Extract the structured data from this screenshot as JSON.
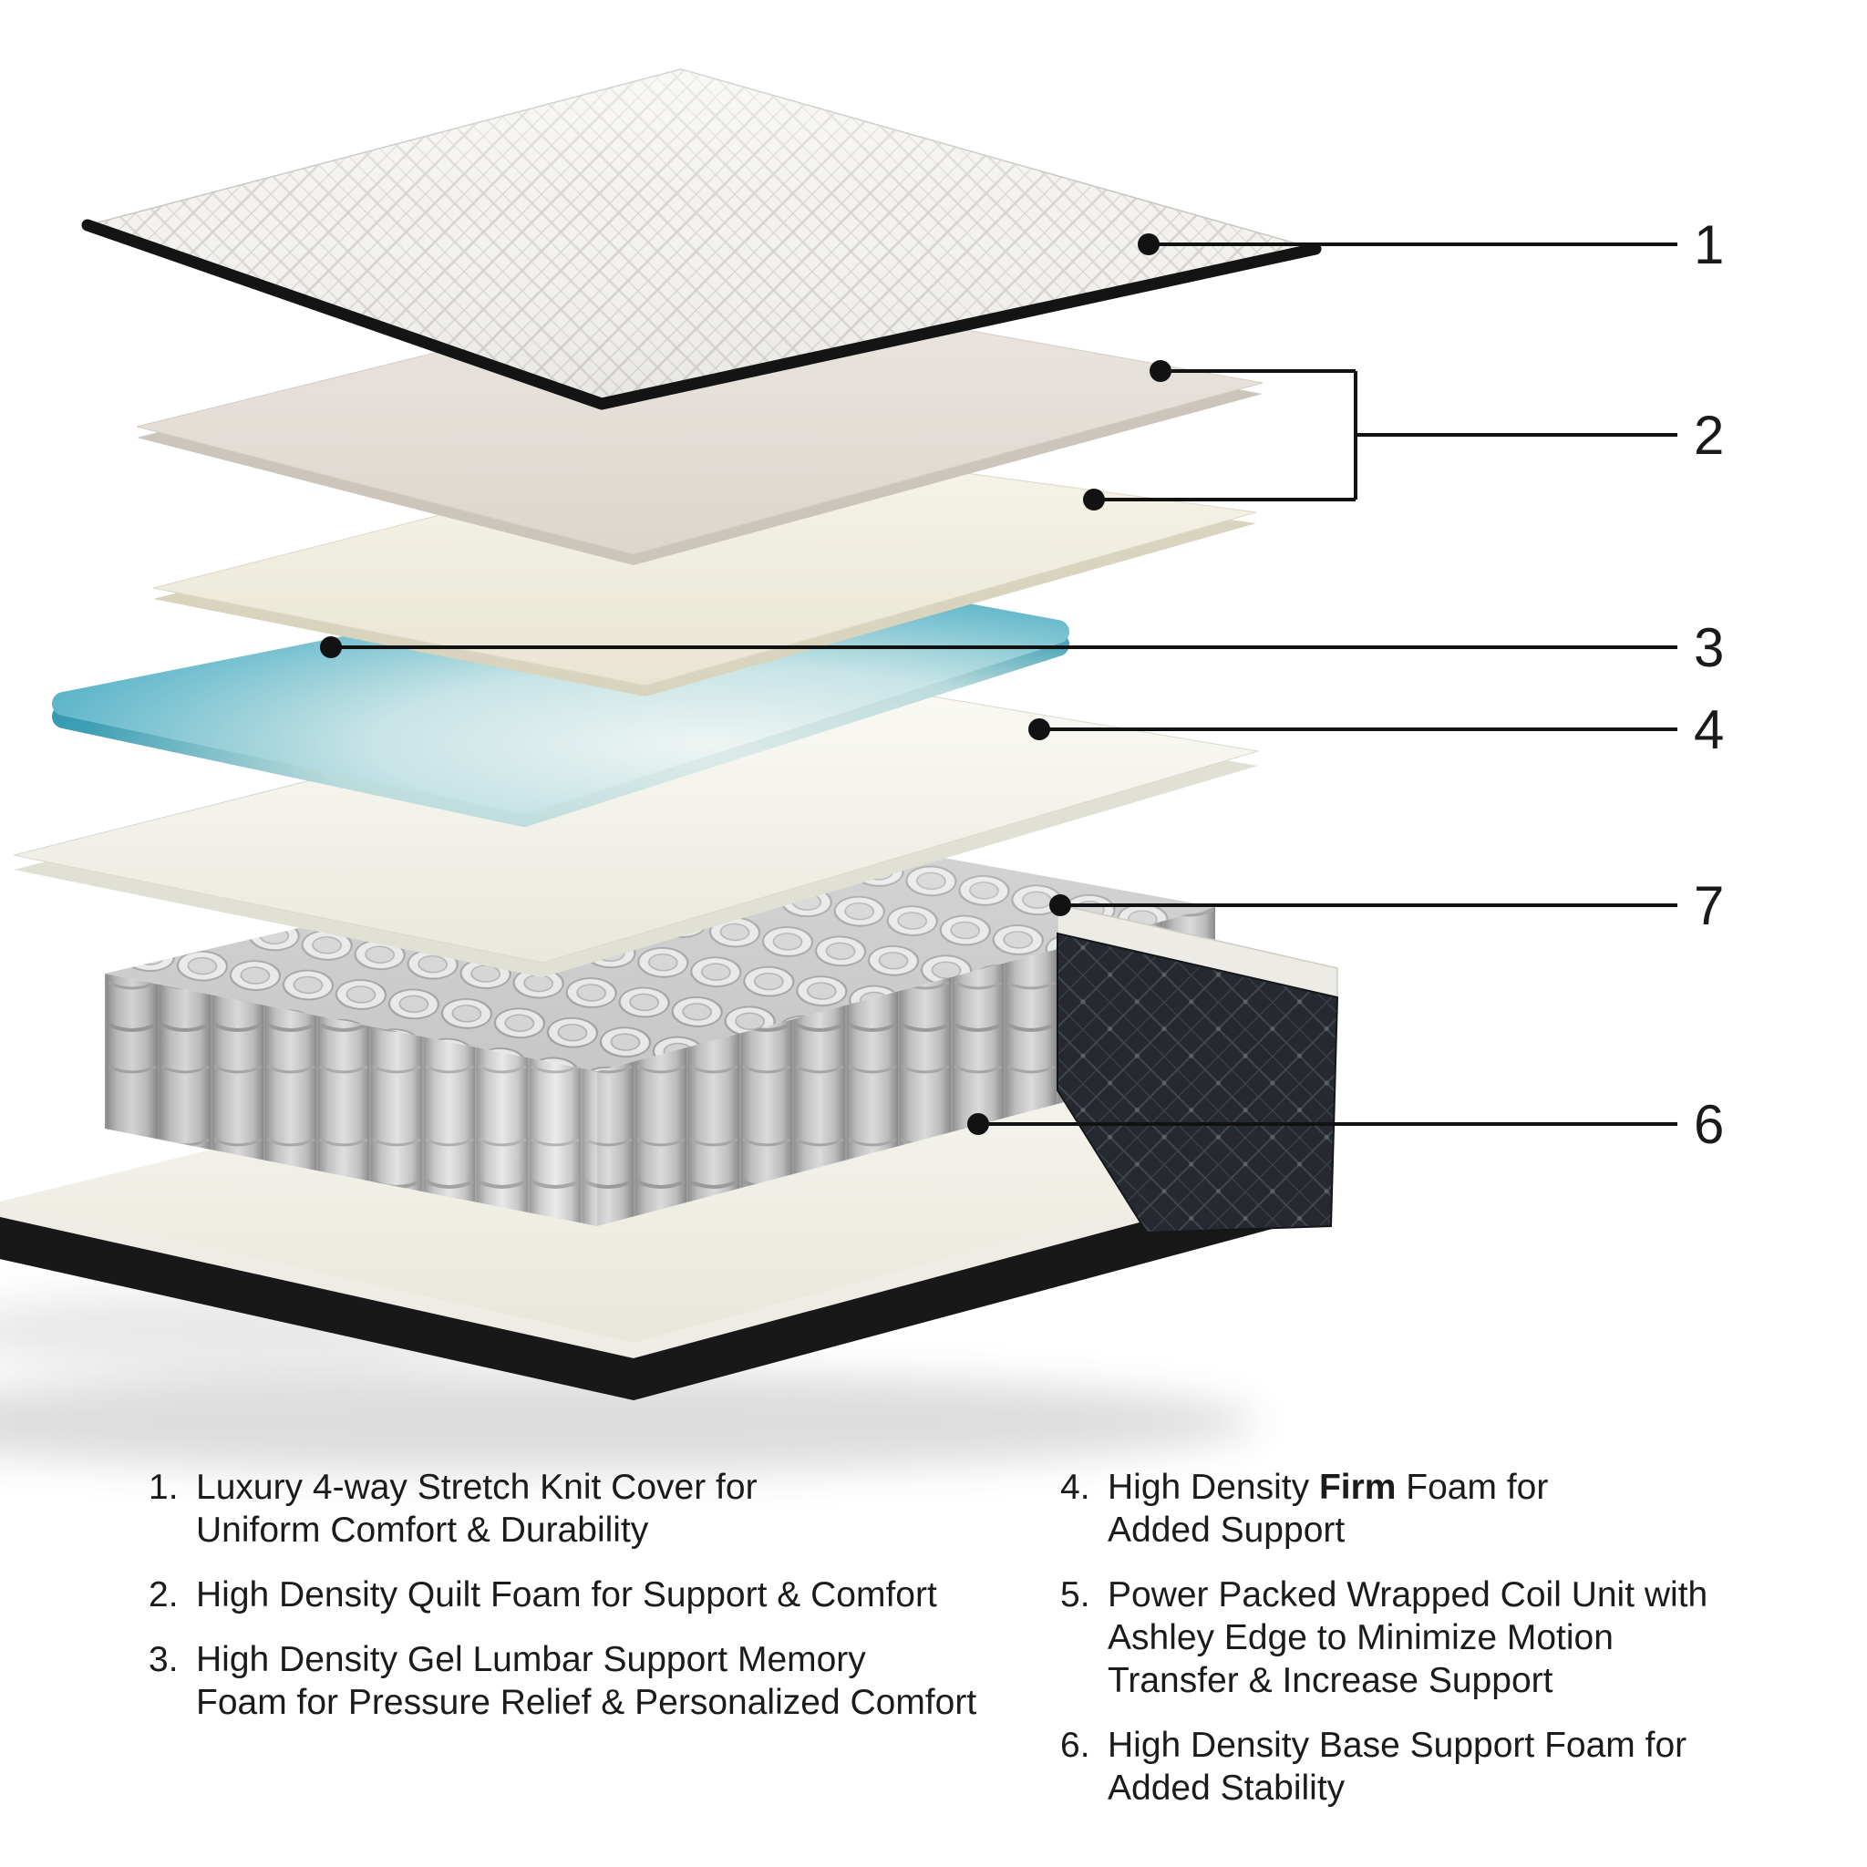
{
  "diagram": {
    "title": "mattress-exploded-layers",
    "layers": [
      {
        "name": "stretch-knit-cover"
      },
      {
        "name": "quilt-foam-upper"
      },
      {
        "name": "quilt-foam-lower"
      },
      {
        "name": "gel-memory-foam"
      },
      {
        "name": "firm-foam"
      },
      {
        "name": "wrapped-coil-unit"
      },
      {
        "name": "edge-support-rail"
      },
      {
        "name": "base-support-foam"
      }
    ],
    "callouts": [
      {
        "label": "1"
      },
      {
        "label": "2"
      },
      {
        "label": "3"
      },
      {
        "label": "4"
      },
      {
        "label": "7"
      },
      {
        "label": "6"
      }
    ],
    "colors": {
      "gel_teal": "#2d9fbc",
      "coil_gray": "#d6d6d6",
      "edge_rail_dark": "#262a30",
      "outline_black": "#161616",
      "foam_cream": "#f3f1e4",
      "foam_beige": "#e4dfd9"
    }
  },
  "legend": {
    "left": [
      {
        "num": "1.",
        "text": "Luxury 4-way Stretch Knit Cover for\nUniform Comfort & Durability"
      },
      {
        "num": "2.",
        "text": "High Density Quilt Foam for Support & Comfort"
      },
      {
        "num": "3.",
        "text": "High Density Gel Lumbar Support Memory\nFoam for Pressure Relief & Personalized Comfort"
      }
    ],
    "right": [
      {
        "num": "4.",
        "pre": "High Density ",
        "bold": "Firm",
        "post": " Foam for\nAdded Support"
      },
      {
        "num": "5.",
        "text": "Power Packed Wrapped Coil Unit with\nAshley Edge to Minimize Motion\nTransfer & Increase Support"
      },
      {
        "num": "6.",
        "text": "High Density Base Support Foam for\nAdded Stability"
      }
    ]
  }
}
